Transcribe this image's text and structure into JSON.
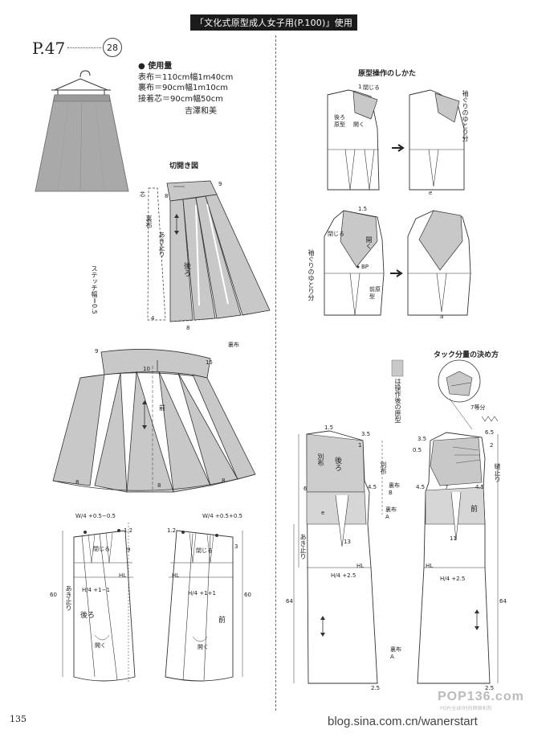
{
  "header": {
    "banner": "「文化式原型成人女子用(P.100)」使用"
  },
  "pattern": {
    "page_label": "P.47",
    "number": "28",
    "materials": {
      "title": "● 使用量",
      "lines": [
        "表布＝110cm幅1m40cm",
        "裏布＝90cm幅1m10cm",
        "接着芯＝90cm幅50cm"
      ],
      "designer": "吉澤和美"
    }
  },
  "left_diagrams": {
    "open_title": "切開き図",
    "labels": {
      "kiri": "芯",
      "eight": "8",
      "nine": "9",
      "four": "4",
      "ten": "10",
      "fifteen": "15",
      "ura_cloth": "裏布",
      "akidomari": "あき止り",
      "ushiro": "後ろ",
      "mae": "前",
      "stitch": "ステッチ幅＝0.5",
      "ura_cloth_bottom": "裏布",
      "w_back": "W/4 +0.5−0.5",
      "w_front": "W/4 +0.5+0.5",
      "one_two": "1.2",
      "tojiru": "閉じる",
      "hl": "HL",
      "h_back": "H/4 +1−1",
      "h_front": "H/4 +1+1",
      "sixty": "60",
      "hiraku": "開く",
      "three": "3"
    }
  },
  "right_diagrams": {
    "manip_title": "原型操作のしかた",
    "tuck_title": "タック分量の決め方",
    "legend": "は操作後の原型",
    "labels": {
      "tojiru": "閉じる",
      "hiraku": "開く",
      "ushiro_genkei": "後ろ原型",
      "sodeguri": "袖ぐりのゆとり分",
      "e": "e",
      "a": "a",
      "bp": "BP",
      "mae_genkei": "前原型",
      "one": "1",
      "one_five": "1.5",
      "three_five": "3.5",
      "betsununo": "別布",
      "ushiro": "後ろ",
      "ura_b": "裏布B",
      "ura_a": "裏布A",
      "mae": "前",
      "hl": "HL",
      "h_expr": "H/4 +2.5",
      "sixty_four": "64",
      "akidomari": "あき止り",
      "thirteen": "13",
      "seven_equal": "7等分",
      "six_five": "6.5",
      "four_five": "4.5",
      "six": "6",
      "seven": "7",
      "eleven": "11",
      "two_five": "2.5",
      "two": "2",
      "tuck_akidomari": "縫止り",
      "zero_five": "0.5"
    }
  },
  "footer": {
    "page_number": "135",
    "watermark_logo": "POP136.com",
    "watermark_sub": "POP(全球)时尚网络机构",
    "blog_url": "blog.sina.com.cn/wanerstart"
  }
}
